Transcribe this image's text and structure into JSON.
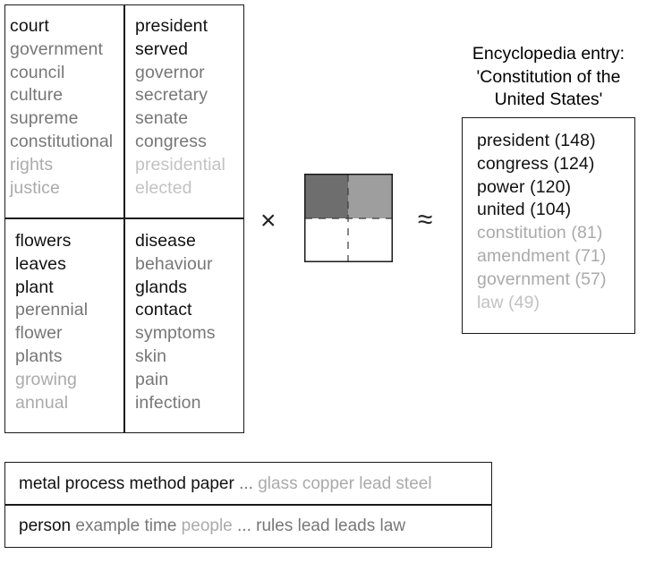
{
  "colors": {
    "dark": "#111111",
    "mid": "#777777",
    "light": "#aaaaaa",
    "lighter": "#c2c2c2",
    "matrix_dark": "#6e6e6e",
    "matrix_mid": "#9e9e9e"
  },
  "topic_grid": [
    {
      "words": [
        {
          "text": "court",
          "shade": "dark"
        },
        {
          "text": "government",
          "shade": "mid"
        },
        {
          "text": "council",
          "shade": "mid"
        },
        {
          "text": "culture",
          "shade": "mid"
        },
        {
          "text": "supreme",
          "shade": "mid"
        },
        {
          "text": "constitutional",
          "shade": "mid"
        },
        {
          "text": "rights",
          "shade": "light"
        },
        {
          "text": "justice",
          "shade": "light"
        }
      ]
    },
    {
      "words": [
        {
          "text": "president",
          "shade": "dark"
        },
        {
          "text": "served",
          "shade": "dark"
        },
        {
          "text": "governor",
          "shade": "mid"
        },
        {
          "text": "secretary",
          "shade": "mid"
        },
        {
          "text": "senate",
          "shade": "mid"
        },
        {
          "text": "congress",
          "shade": "mid"
        },
        {
          "text": "presidential",
          "shade": "lighter"
        },
        {
          "text": "elected",
          "shade": "lighter"
        }
      ]
    },
    {
      "words": [
        {
          "text": "flowers",
          "shade": "dark"
        },
        {
          "text": "leaves",
          "shade": "dark"
        },
        {
          "text": "plant",
          "shade": "dark"
        },
        {
          "text": "perennial",
          "shade": "mid"
        },
        {
          "text": "flower",
          "shade": "mid"
        },
        {
          "text": "plants",
          "shade": "mid"
        },
        {
          "text": "growing",
          "shade": "light"
        },
        {
          "text": "annual",
          "shade": "light"
        }
      ]
    },
    {
      "words": [
        {
          "text": "disease",
          "shade": "dark"
        },
        {
          "text": "behaviour",
          "shade": "mid"
        },
        {
          "text": "glands",
          "shade": "dark"
        },
        {
          "text": "contact",
          "shade": "dark"
        },
        {
          "text": "symptoms",
          "shade": "mid"
        },
        {
          "text": "skin",
          "shade": "mid"
        },
        {
          "text": "pain",
          "shade": "mid"
        },
        {
          "text": "infection",
          "shade": "mid"
        }
      ]
    }
  ],
  "operators": {
    "times": "×",
    "approx": "≈"
  },
  "entry": {
    "title_lines": [
      "Encyclopedia entry:",
      "'Constitution of the",
      "United States'"
    ],
    "words": [
      {
        "text": "president (148)",
        "shade": "dark"
      },
      {
        "text": "congress (124)",
        "shade": "dark"
      },
      {
        "text": "power (120)",
        "shade": "dark"
      },
      {
        "text": "united (104)",
        "shade": "dark"
      },
      {
        "text": "constitution (81)",
        "shade": "light"
      },
      {
        "text": "amendment (71)",
        "shade": "light"
      },
      {
        "text": "government (57)",
        "shade": "light"
      },
      {
        "text": "law (49)",
        "shade": "lighter"
      }
    ]
  },
  "bottom_rows": [
    [
      {
        "text": "metal",
        "shade": "dark"
      },
      {
        "text": " process",
        "shade": "dark"
      },
      {
        "text": " method",
        "shade": "dark"
      },
      {
        "text": " paper",
        "shade": "dark"
      },
      {
        "text": " ...",
        "shade": "mid"
      },
      {
        "text": " glass",
        "shade": "light"
      },
      {
        "text": " copper",
        "shade": "light"
      },
      {
        "text": " lead",
        "shade": "light"
      },
      {
        "text": " steel",
        "shade": "light"
      }
    ],
    [
      {
        "text": "person",
        "shade": "dark"
      },
      {
        "text": " example",
        "shade": "mid"
      },
      {
        "text": " time",
        "shade": "mid"
      },
      {
        "text": " people",
        "shade": "light"
      },
      {
        "text": " ...",
        "shade": "mid"
      },
      {
        "text": " rules",
        "shade": "mid"
      },
      {
        "text": " lead",
        "shade": "mid"
      },
      {
        "text": " leads",
        "shade": "mid"
      },
      {
        "text": " law",
        "shade": "mid"
      }
    ]
  ]
}
